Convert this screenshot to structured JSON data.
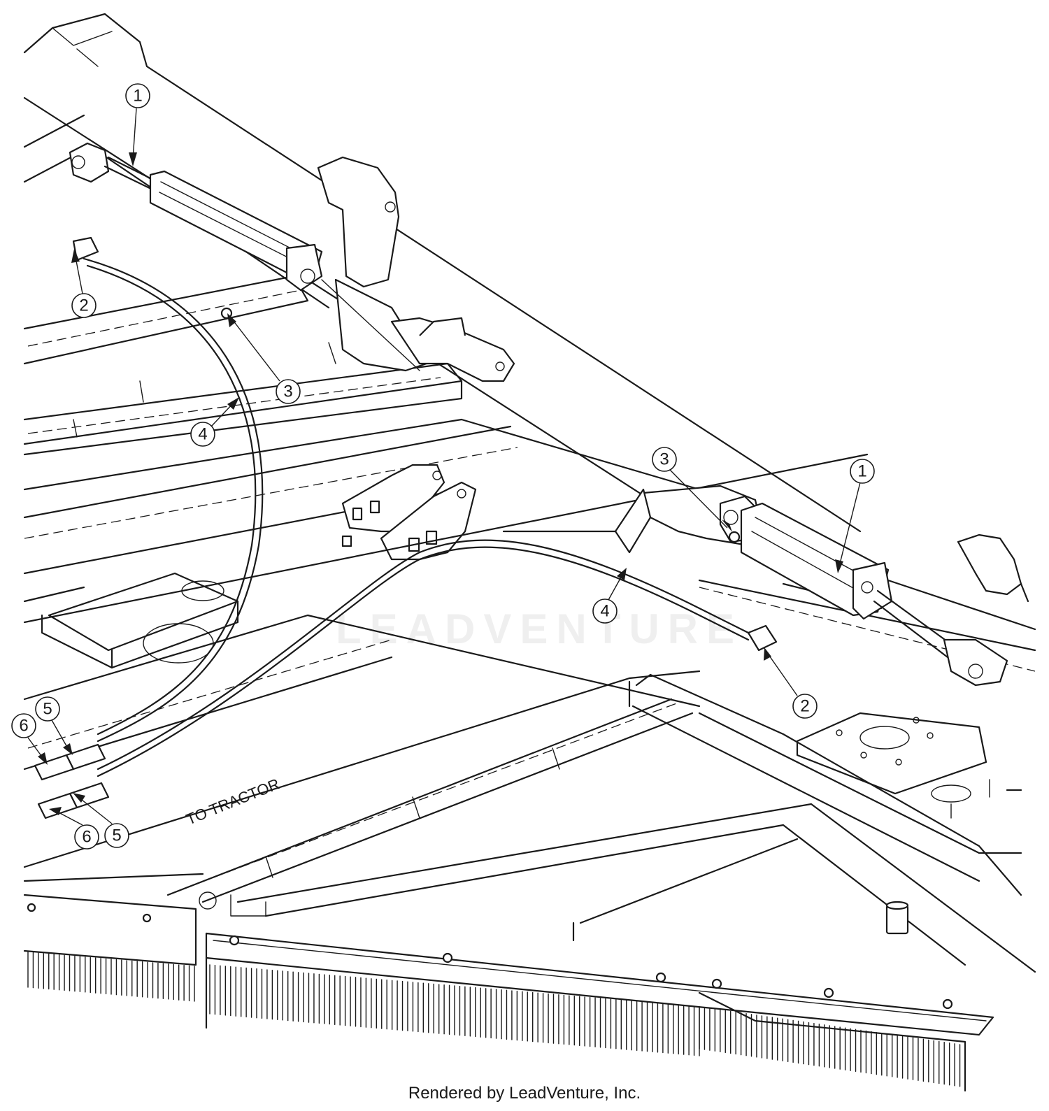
{
  "diagram": {
    "callouts": [
      {
        "id": "c1a",
        "label": "1"
      },
      {
        "id": "c2a",
        "label": "2"
      },
      {
        "id": "c3a",
        "label": "3"
      },
      {
        "id": "c4a",
        "label": "4"
      },
      {
        "id": "c3b",
        "label": "3"
      },
      {
        "id": "c1b",
        "label": "1"
      },
      {
        "id": "c4b",
        "label": "4"
      },
      {
        "id": "c2b",
        "label": "2"
      },
      {
        "id": "c6a",
        "label": "6"
      },
      {
        "id": "c5a",
        "label": "5"
      },
      {
        "id": "c6b",
        "label": "6"
      },
      {
        "id": "c5b",
        "label": "5"
      }
    ],
    "to_tractor_label": "TO TRACTOR",
    "watermark": "LEADVENTURE",
    "footer": "Rendered by LeadVenture, Inc."
  }
}
